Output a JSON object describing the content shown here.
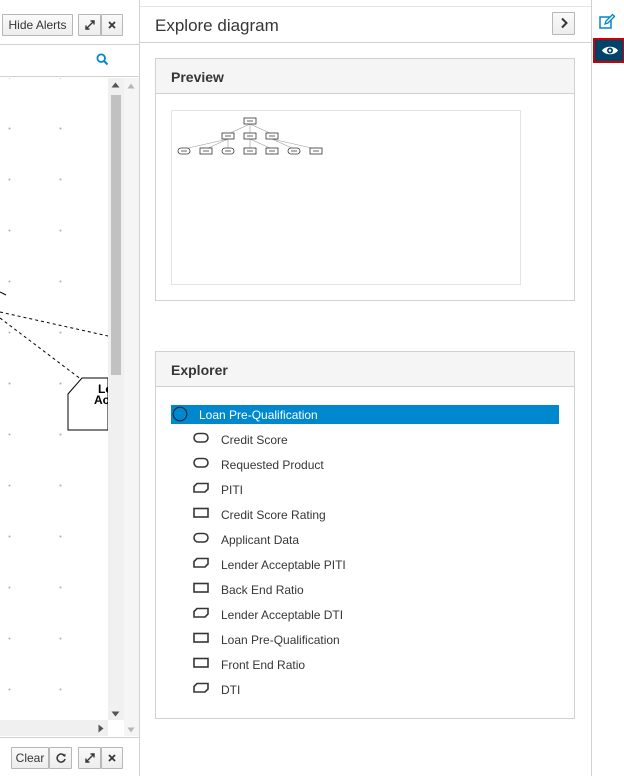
{
  "left_panel": {
    "hide_alerts_label": "Hide Alerts",
    "canvas_node_label_line1": "Le",
    "canvas_node_label_line2": "Acc",
    "clear_label": "Clear"
  },
  "explore": {
    "title": "Explore diagram",
    "preview": {
      "title": "Preview"
    },
    "explorer": {
      "title": "Explorer",
      "root": {
        "label": "Loan Pre-Qualification",
        "icon": "dmn-diagram-icon",
        "selected": true
      },
      "items": [
        {
          "label": "Credit Score",
          "icon": "input-data-icon"
        },
        {
          "label": "Requested Product",
          "icon": "input-data-icon"
        },
        {
          "label": "PITI",
          "icon": "bkm-icon"
        },
        {
          "label": "Credit Score Rating",
          "icon": "decision-icon"
        },
        {
          "label": "Applicant Data",
          "icon": "input-data-icon"
        },
        {
          "label": "Lender Acceptable PITI",
          "icon": "bkm-icon"
        },
        {
          "label": "Back End Ratio",
          "icon": "decision-icon"
        },
        {
          "label": "Lender Acceptable DTI",
          "icon": "bkm-icon"
        },
        {
          "label": "Loan Pre-Qualification",
          "icon": "decision-icon"
        },
        {
          "label": "Front End Ratio",
          "icon": "decision-icon"
        },
        {
          "label": "DTI",
          "icon": "bkm-icon"
        }
      ]
    }
  },
  "colors": {
    "selection": "#0088ce",
    "accent": "#0088ce",
    "active_tool_bg": "#004368",
    "active_tool_border": "#cc0000"
  }
}
